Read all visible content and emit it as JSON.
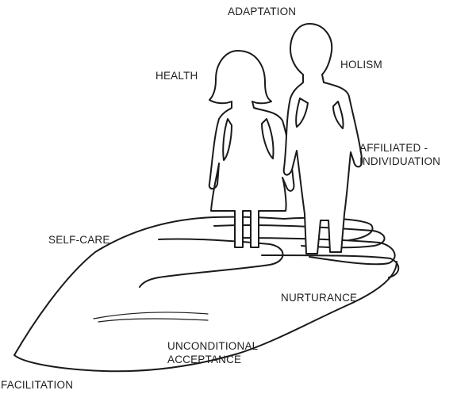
{
  "labels": {
    "adaptation": "ADAPTATION",
    "health": "HEALTH",
    "holism": "HOLISM",
    "affiliated_line1": "AFFILIATED -",
    "affiliated_line2": "INDIVIDUATION",
    "self_care": "SELF-CARE",
    "nurturance": "NURTURANCE",
    "unconditional_line1": "UNCONDITIONAL",
    "unconditional_line2": "ACCEPTANCE",
    "facilitation": "FACILITATION"
  },
  "colors": {
    "line": "#1a1a1a",
    "fill": "#ffffff",
    "text": "#1f1f1f"
  }
}
